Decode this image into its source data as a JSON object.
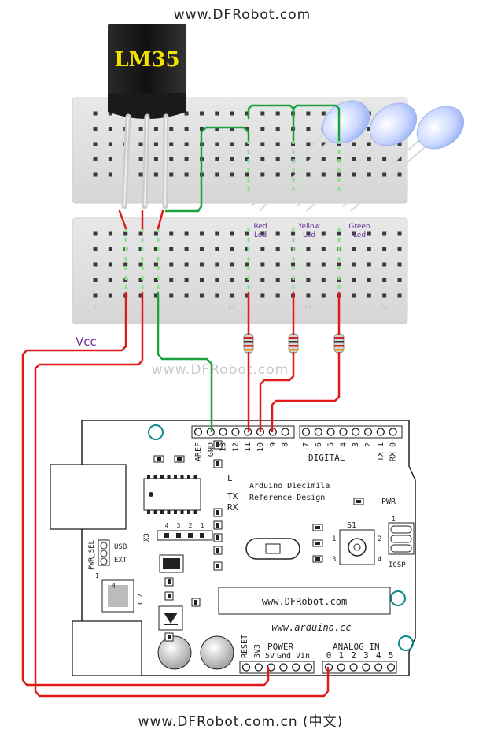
{
  "header": {
    "watermark_top": "www.DFRobot.com"
  },
  "footer": {
    "watermark_bottom": "www.DFRobot.com.cn (中文)"
  },
  "middle_watermark": "www.DFRobot.com",
  "sensor": {
    "label": "LM35"
  },
  "breadboard": {
    "column_numbers": [
      "1",
      "10",
      "15",
      "20"
    ],
    "led_labels": [
      {
        "line1": "Red",
        "line2": "Led"
      },
      {
        "line1": "Yellow",
        "line2": "Led"
      },
      {
        "line1": "Green",
        "line2": "Led"
      }
    ]
  },
  "vcc_label": "Vcc",
  "arduino": {
    "digital_pins_left": [
      "AREF",
      "GND",
      "13",
      "12",
      "11",
      "10",
      "9",
      "8"
    ],
    "digital_pins_right": [
      "7",
      "6",
      "5",
      "4",
      "3",
      "2",
      "TX 1",
      "RX 0"
    ],
    "digital_label": "DIGITAL",
    "board_name_line1": "Arduino Diecimila",
    "board_name_line2": "Reference Design",
    "led_L": "L",
    "led_TX": "TX",
    "led_RX": "RX",
    "pwr_led": "PWR",
    "s1_label": "S1",
    "s1_pins": [
      "1",
      "2",
      "3",
      "4"
    ],
    "icsp_label": "ICSP",
    "icsp_pin": "1",
    "x3_label": "X3",
    "x3_pins": [
      "4",
      "3",
      "2",
      "1"
    ],
    "pwr_sel_label": "PWR_SEL",
    "pwr_sel_usb": "USB",
    "pwr_sel_ext": "EXT",
    "pwr_sel_pin": "1",
    "regulator_pins": [
      "1",
      "2",
      "3"
    ],
    "regulator_tab": "4",
    "silk_url_box": "www.DFRobot.com",
    "silk_url": "www.arduino.cc",
    "power_label": "POWER",
    "power_pins": [
      "RESET",
      "3V3",
      "5V",
      "Gnd",
      "Vin"
    ],
    "analog_label": "ANALOG IN",
    "analog_pins": [
      "0",
      "1",
      "2",
      "3",
      "4",
      "5"
    ]
  }
}
